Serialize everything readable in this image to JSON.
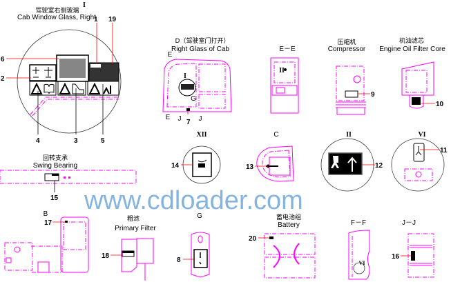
{
  "cab_window_glass": {
    "roman": "I",
    "title_cn": "驾驶室右侧玻璃",
    "title_en": "Cab Window Glass, Right",
    "callouts": [
      "1",
      "19",
      "6",
      "2",
      "4",
      "3",
      "5"
    ]
  },
  "right_glass_of_cab": {
    "title_cn": "D（驾驶室门打开）",
    "title_en": "Right Glass of Cab",
    "marks": {
      "e_top": "E",
      "e_bottom": "E",
      "detail": "I",
      "g": "G",
      "j_left": "J",
      "j_right": "J"
    },
    "callouts": [
      "7"
    ]
  },
  "section_e": {
    "title": "E－E",
    "detail": "II"
  },
  "compressor": {
    "title_cn": "压缩机",
    "title_en": "Compressor",
    "callouts": [
      "9"
    ]
  },
  "engine_oil_filter": {
    "title_cn": "机油滤芯",
    "title_en": "Engine Oil Filter Core",
    "callouts": [
      "10"
    ]
  },
  "detail_xii": {
    "title": "XII",
    "callouts": [
      "14"
    ]
  },
  "view_c": {
    "title": "C",
    "callouts": [
      "13"
    ]
  },
  "detail_ii": {
    "title": "II",
    "callouts": [
      "12"
    ]
  },
  "detail_vi": {
    "title": "VI",
    "callouts": [
      "11"
    ]
  },
  "swing_bearing": {
    "title_cn": "回转支承",
    "title_en": "Swing Bearing",
    "callouts": [
      "15"
    ]
  },
  "view_b": {
    "title": "B",
    "callouts": [
      "17"
    ]
  },
  "primary_filter": {
    "title_cn": "粗滤",
    "title_en": "Primary Filter",
    "callouts": [
      "18"
    ]
  },
  "view_g": {
    "title": "G",
    "callouts": [
      "8"
    ]
  },
  "battery": {
    "title_cn": "蓄电池组",
    "title_en": "Battery",
    "callouts": [
      "20"
    ]
  },
  "section_f": {
    "title": "F－F",
    "detail": "VI"
  },
  "section_j": {
    "title": "J－J",
    "callouts": [
      "16"
    ]
  },
  "watermark": "www.cdloader.com",
  "colors": {
    "outline": "#ff00ff",
    "leader": "#ff0000",
    "watermark": "#5b9bd5"
  }
}
